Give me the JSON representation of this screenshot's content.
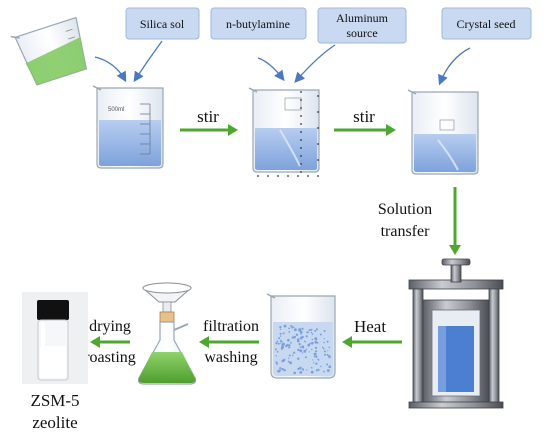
{
  "reagents": {
    "silica_sol": "Silica sol",
    "n_butylamine": "n-butylamine",
    "aluminum_source_line1": "Aluminum",
    "aluminum_source_line2": "source",
    "crystal_seed": "Crystal seed"
  },
  "steps": {
    "stir_1": "stir",
    "stir_2": "stir",
    "solution_transfer_line1": "Solution",
    "solution_transfer_line2": "transfer",
    "heat": "Heat",
    "filtration": "filtration",
    "washing": "washing",
    "drying": "drying",
    "roasting": "roasting"
  },
  "beaker_marking": "500ml",
  "product": {
    "line1": "ZSM-5",
    "line2": "zeolite"
  },
  "colors": {
    "reagent_box_fill": "#c9d9f1",
    "reagent_box_stroke": "#9fb7de",
    "callout_arrow": "#4a78c2",
    "process_arrow": "#4ea72e",
    "beaker_liquid": "#8fb1e3",
    "green_liquid": "#6fbf4a"
  }
}
